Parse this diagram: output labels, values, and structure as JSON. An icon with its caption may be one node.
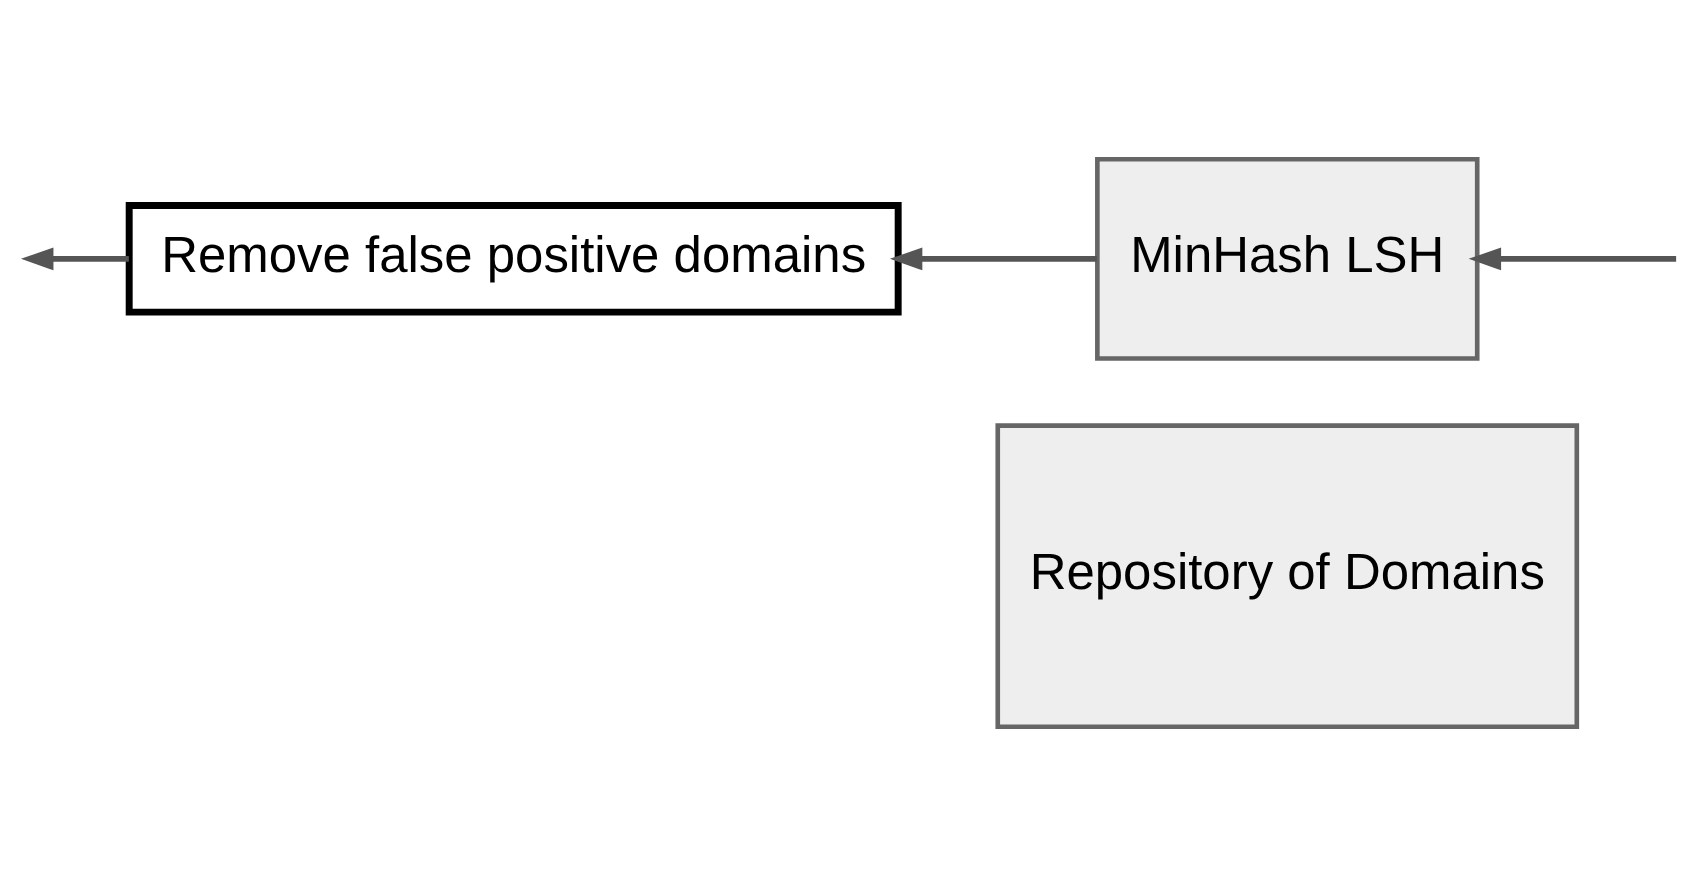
{
  "diagram": {
    "nodes": [
      {
        "text": [
          "Remove false positive domains"
        ]
      },
      {
        "text": [
          "MinHash LSH"
        ]
      },
      {
        "text": [
          "Repository of Domains"
        ]
      }
    ],
    "edges": [
      {
        "from": null,
        "to": 1,
        "arrow": "to"
      },
      {
        "from": 1,
        "to": 0,
        "arrow": "to"
      },
      {
        "from": 0,
        "to": null,
        "arrow": "to"
      }
    ]
  }
}
